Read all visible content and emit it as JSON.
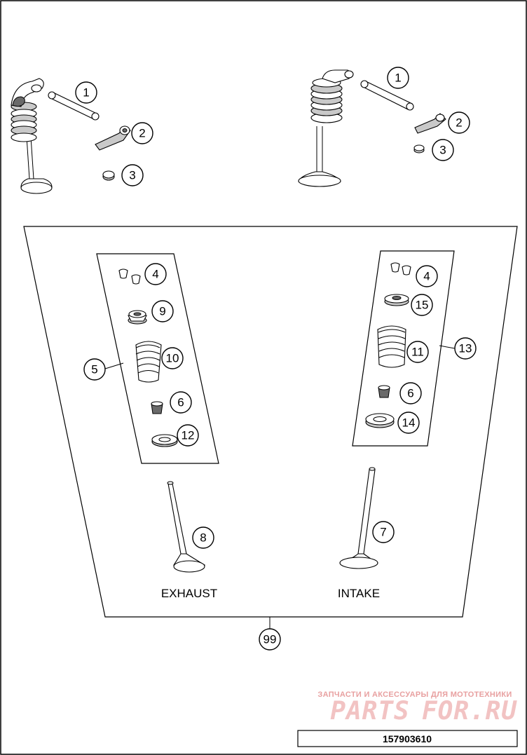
{
  "callouts": [
    {
      "id": "top-left-1",
      "text": "1"
    },
    {
      "id": "top-left-2",
      "text": "2"
    },
    {
      "id": "top-left-3",
      "text": "3"
    },
    {
      "id": "top-right-1",
      "text": "1"
    },
    {
      "id": "top-right-2",
      "text": "2"
    },
    {
      "id": "top-right-3",
      "text": "3"
    },
    {
      "id": "exhaust-4",
      "text": "4"
    },
    {
      "id": "exhaust-9",
      "text": "9"
    },
    {
      "id": "exhaust-10",
      "text": "10"
    },
    {
      "id": "exhaust-6",
      "text": "6"
    },
    {
      "id": "exhaust-12",
      "text": "12"
    },
    {
      "id": "exhaust-kit-5",
      "text": "5"
    },
    {
      "id": "intake-4",
      "text": "4"
    },
    {
      "id": "intake-15",
      "text": "15"
    },
    {
      "id": "intake-11",
      "text": "11"
    },
    {
      "id": "intake-6",
      "text": "6"
    },
    {
      "id": "intake-14",
      "text": "14"
    },
    {
      "id": "intake-kit-13",
      "text": "13"
    },
    {
      "id": "exhaust-valve-8",
      "text": "8"
    },
    {
      "id": "intake-valve-7",
      "text": "7"
    },
    {
      "id": "valve-set-99",
      "text": "99"
    }
  ],
  "labels": {
    "exhaust": "EXHAUST",
    "intake": "INTAKE"
  },
  "watermark": {
    "tagline": "ЗАПЧАСТИ И АКСЕССУАРЫ ДЛЯ МОТОТЕХНИКИ",
    "brand_left": "PARTS",
    "brand_right": "FOR.RU"
  },
  "part_number": "157903610"
}
